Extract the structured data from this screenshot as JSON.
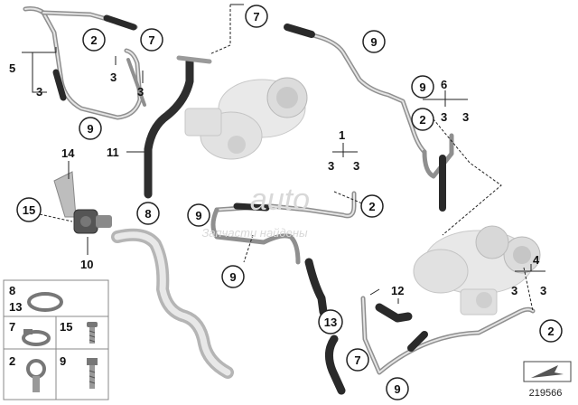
{
  "diagram_id": "219566",
  "watermark": {
    "line1": "auto",
    "line2": "Запчасти найдены"
  },
  "callouts": {
    "c7_top_center": "7",
    "c2_top_left": "2",
    "c7_top_left": "7",
    "c9_top_right": "9",
    "c9_mid_left": "9",
    "c9_right": "9",
    "c2_right": "2",
    "c15_left": "15",
    "c8_center": "8",
    "c9_center": "9",
    "c2_center": "2",
    "c9_lower_center": "9",
    "c13_lower": "13",
    "c7_lower": "7",
    "c2_lower_right": "2",
    "c9_bottom": "9"
  },
  "labels": {
    "l5": "5",
    "l3_a": "3",
    "l3_b": "3",
    "l3_c": "3",
    "l11": "11",
    "l14": "14",
    "l10": "10",
    "l6": "6",
    "l3_d": "3",
    "l3_e": "3",
    "l1": "1",
    "l3_f": "3",
    "l3_g": "3",
    "l12": "12",
    "l4": "4",
    "l3_h": "3",
    "l3_i": "3"
  },
  "legend": {
    "item_8_13_a": "8",
    "item_8_13_b": "13",
    "item_7": "7",
    "item_15": "15",
    "item_2": "2",
    "item_9": "9"
  }
}
